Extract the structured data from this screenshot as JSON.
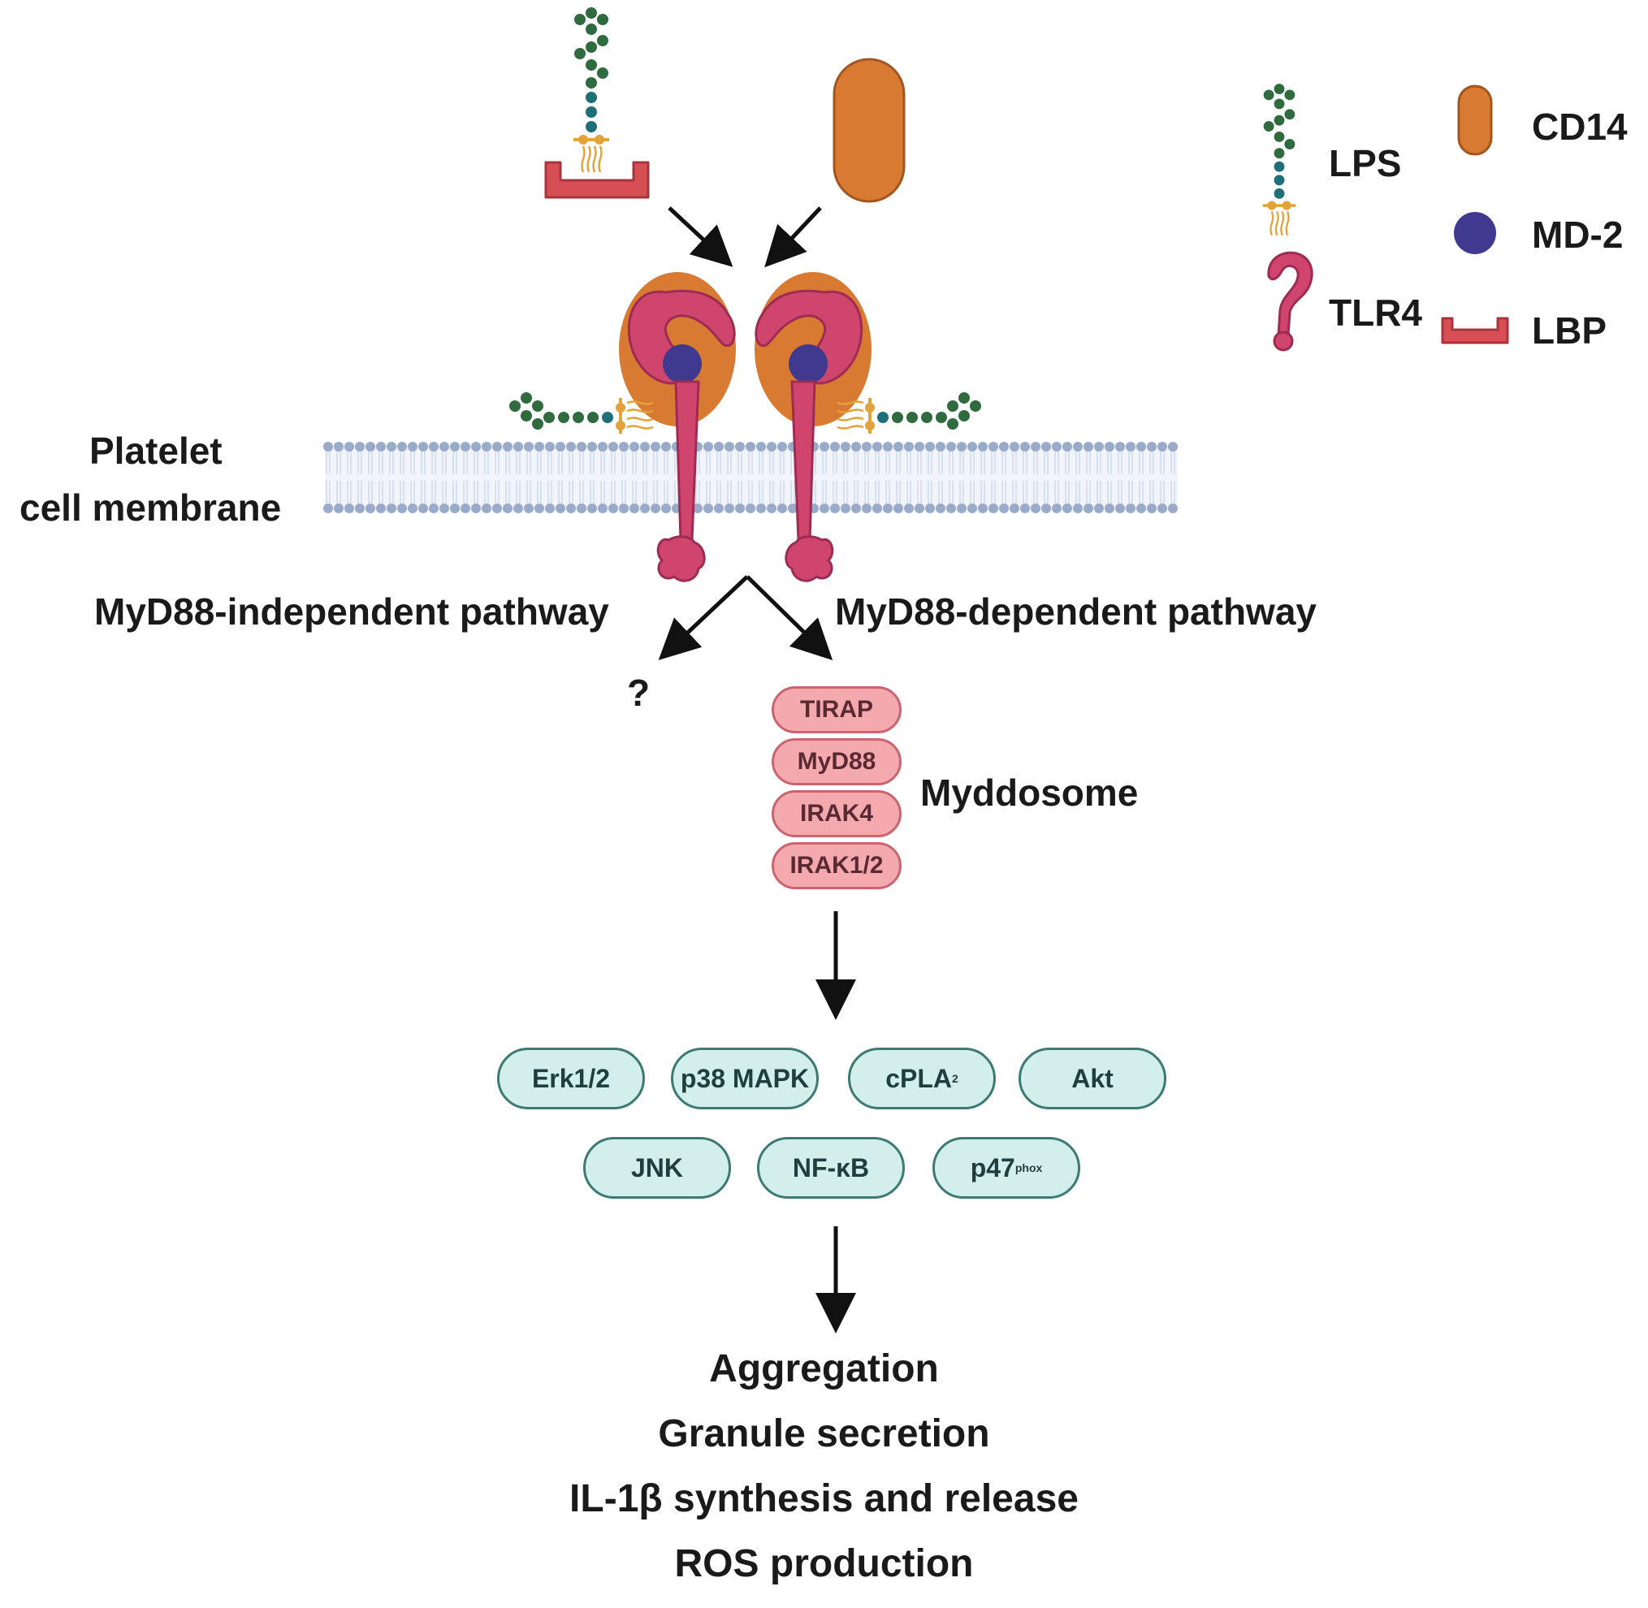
{
  "legend": {
    "lps": "LPS",
    "tlr4": "TLR4",
    "cd14": "CD14",
    "md2": "MD-2",
    "lbp": "LBP"
  },
  "membrane_label_line1": "Platelet",
  "membrane_label_line2": "cell membrane",
  "independent_pathway": "MyD88-independent pathway",
  "dependent_pathway": "MyD88-dependent pathway",
  "unknown_mark": "?",
  "myddosome": {
    "label": "Myddosome",
    "components": [
      "TIRAP",
      "MyD88",
      "IRAK4",
      "IRAK1/2"
    ]
  },
  "signaling": {
    "erk": "Erk1/2",
    "p38": "p38 MAPK",
    "cpla_base": "cPLA",
    "cpla_sub": "2",
    "akt": "Akt",
    "jnk": "JNK",
    "nfkb": "NF-κB",
    "p47_base": "p47",
    "p47_sup": "phox"
  },
  "outcomes": [
    "Aggregation",
    "Granule secretion",
    "IL-1β synthesis and release",
    "ROS production"
  ],
  "colors": {
    "tlr4": "#d0456e",
    "cd14": "#d97a33",
    "md2": "#3f3a8f",
    "lbp": "#d64f55",
    "lps_green": "#2f6b3f",
    "lps_teal": "#1f6f78",
    "lps_gold": "#e2a23c",
    "membrane": "#9aabc9",
    "myddosome_fill": "#f4a9ae",
    "signal_fill": "#d2efec"
  }
}
